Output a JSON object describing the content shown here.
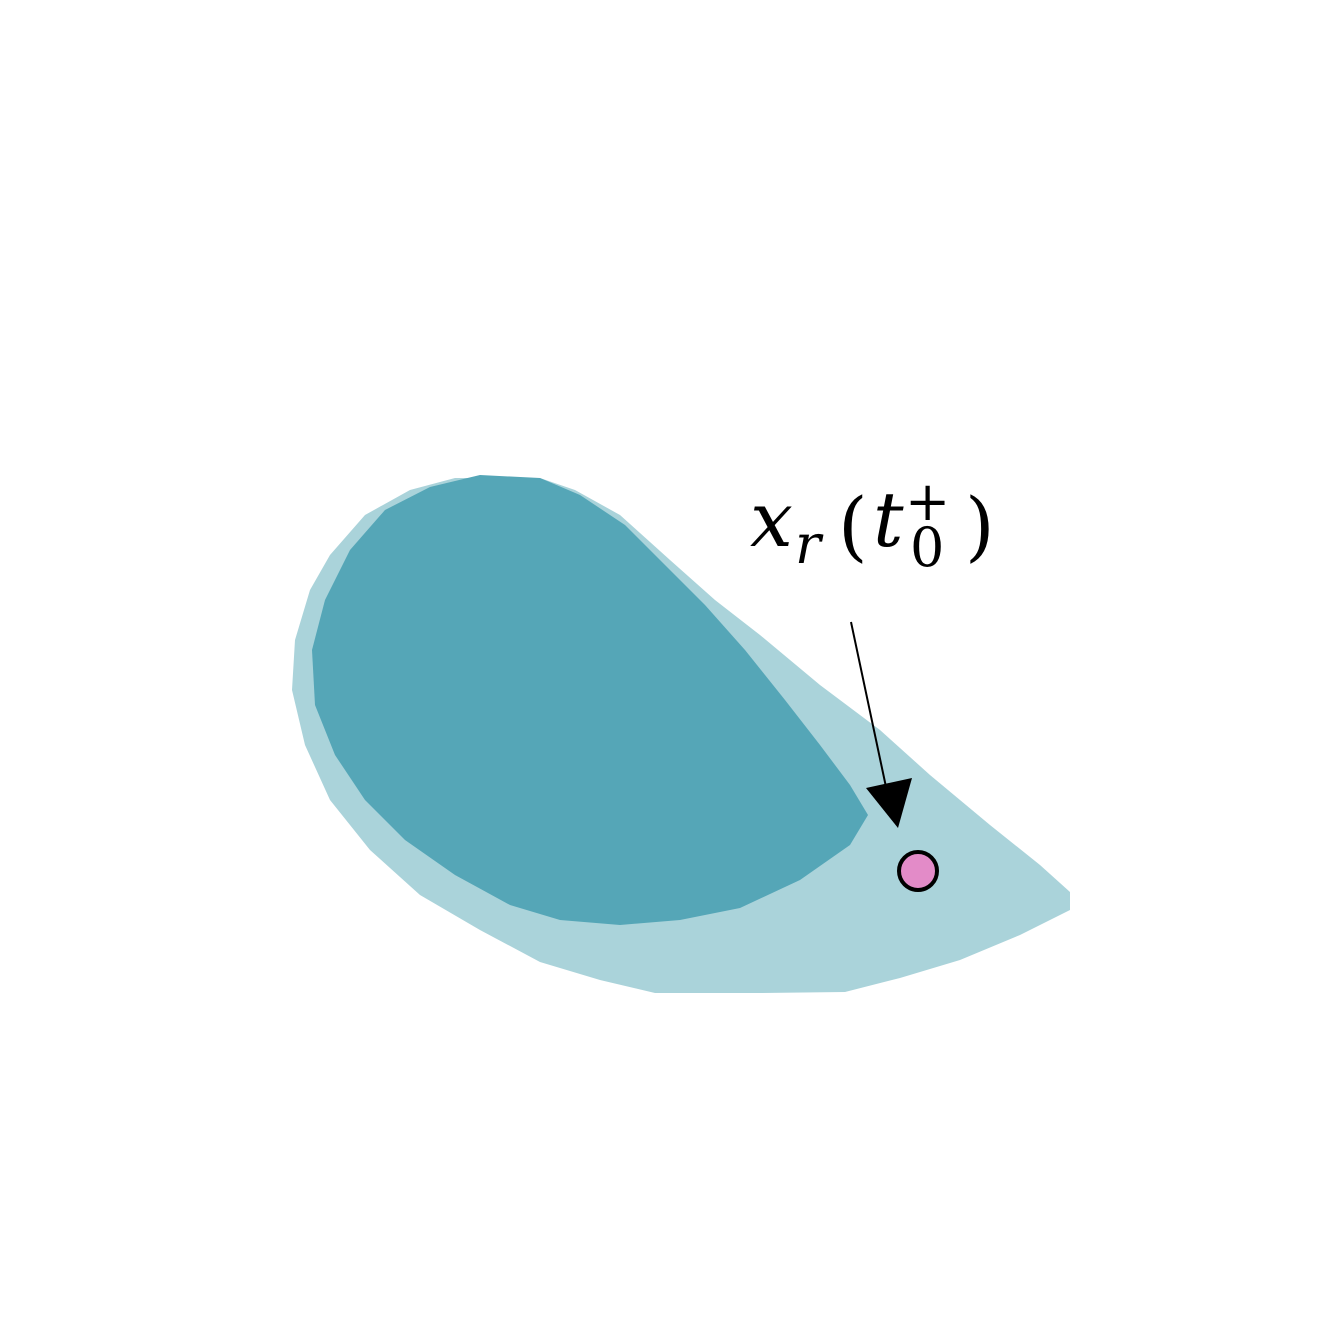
{
  "figure": {
    "colors": {
      "background": "#ffffff",
      "outer_region": "#aad3da",
      "inner_region": "#55a6b7",
      "point_fill": "#e38bc8",
      "point_stroke": "#000000",
      "arrow": "#000000"
    },
    "label": {
      "base": "x",
      "base_sub": "r",
      "open_paren": "(",
      "var": "t",
      "var_sub": "0",
      "var_sup": "+",
      "close_paren": ")"
    }
  }
}
